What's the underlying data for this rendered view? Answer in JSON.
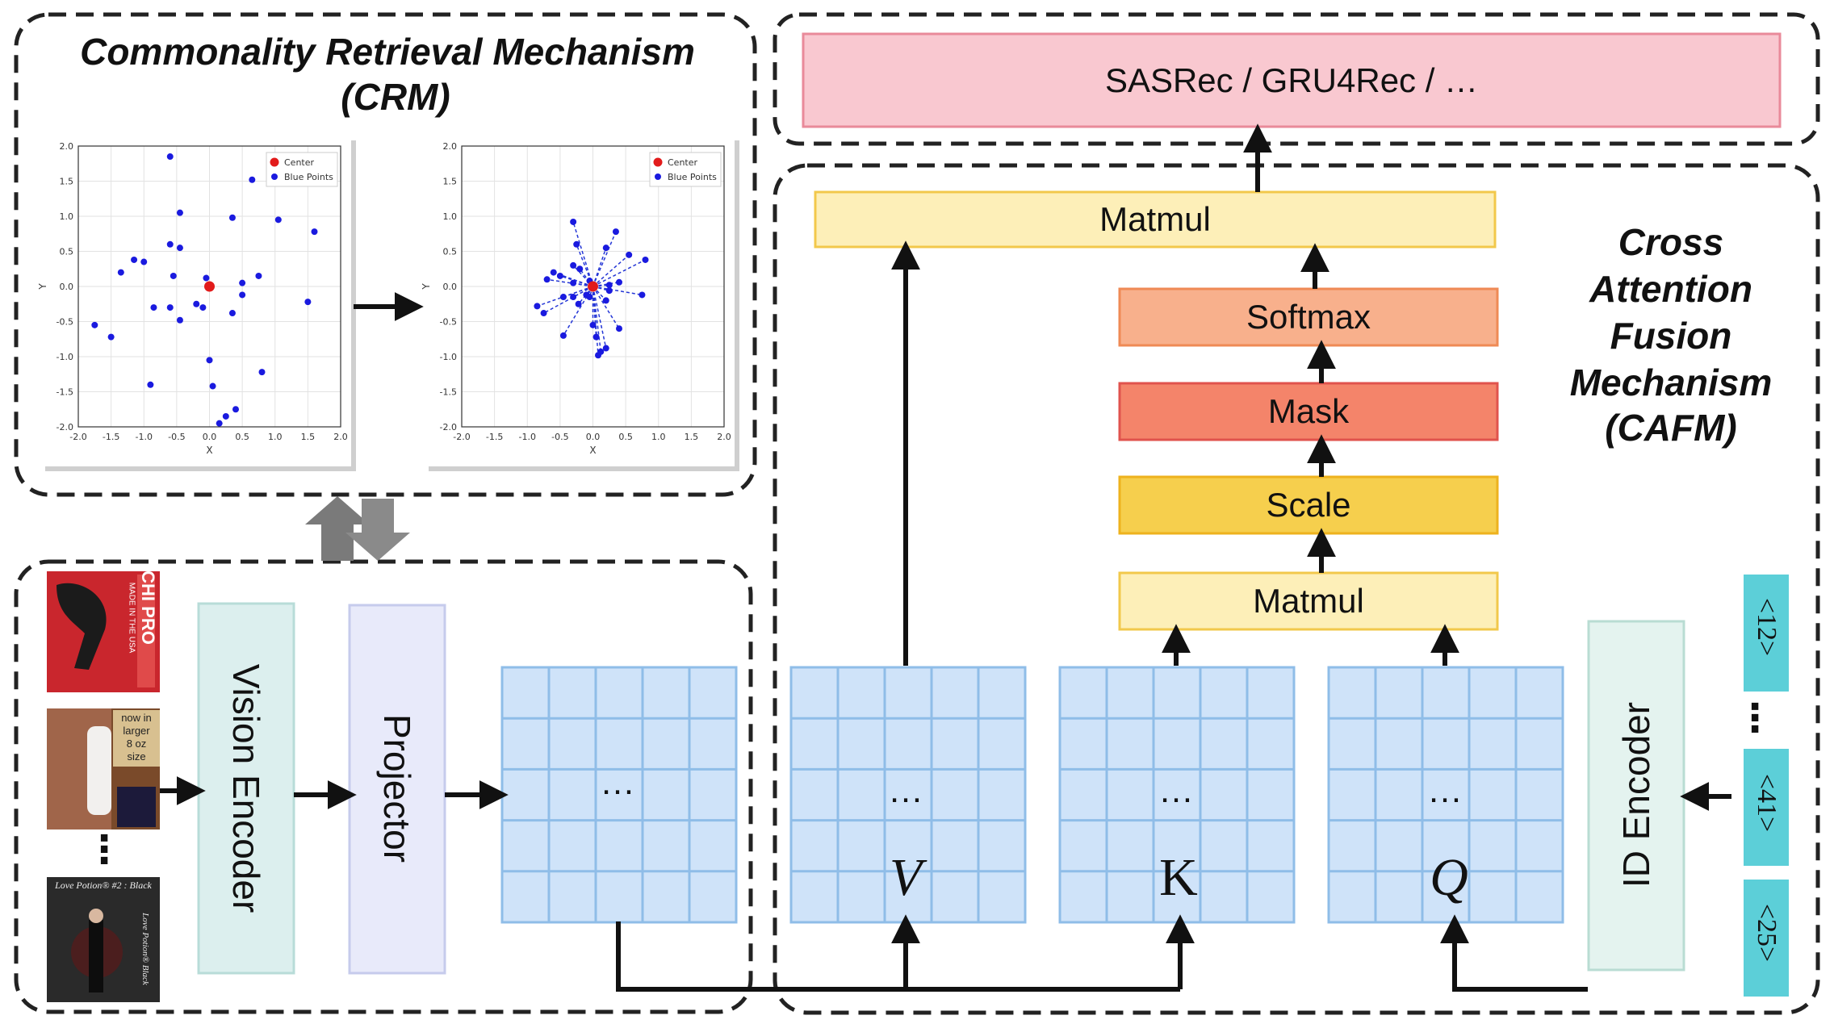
{
  "crm": {
    "title_line1": "Commonality Retrieval Mechanism",
    "title_line2": "(CRM)",
    "plot_legend": [
      "Center",
      "Blue Points"
    ],
    "plot_ticks": [
      "-2.0",
      "-1.5",
      "-1.0",
      "-0.5",
      "0.0",
      "0.5",
      "1.0",
      "1.5",
      "2.0"
    ],
    "xlabel": "X",
    "ylabel": "Y"
  },
  "cafm": {
    "title_line1": "Cross",
    "title_line2": "Attention",
    "title_line3": "Fusion",
    "title_line4": "Mechanism",
    "title_line5": "(CAFM)"
  },
  "output_box": "SASRec / GRU4Rec / …",
  "blocks": {
    "matmul_top": "Matmul",
    "softmax": "Softmax",
    "mask": "Mask",
    "scale": "Scale",
    "matmul_bottom": "Matmul"
  },
  "encoders": {
    "vision": "Vision Encoder",
    "projector": "Projector",
    "id": "ID Encoder"
  },
  "matrices": {
    "vision_ellipsis": "…",
    "v_label": "V",
    "k_label": "K",
    "q_label": "Q",
    "ellipsis": "…"
  },
  "id_tokens": [
    "<12>",
    "<41>",
    "<25>"
  ],
  "id_dots": "⋮",
  "image_dots": "⋮",
  "product_text": {
    "p1_line1": "CHI PRO",
    "p1_line2": "MADE IN THE USA",
    "p2_line1": "now in",
    "p2_line2": "larger",
    "p2_line3": "8 oz",
    "p2_line4": "size",
    "p3_line1": "Love Potion® #2 : Black",
    "p3_line2": "Love Potion® Black"
  },
  "colors": {
    "output": "#f9c8d0",
    "matmul": "#fdefb8",
    "softmax": "#f8b08c",
    "mask": "#f4846a",
    "scale": "#f6cf4d",
    "vision": "#dcefee",
    "projector": "#e8eafa",
    "matrix": "#cfe3f9",
    "matrix_line": "#8fbde8",
    "id_encoder": "#e4f3ef",
    "token": "#5ccfd8"
  },
  "chart_data": [
    {
      "type": "scatter",
      "xlabel": "X",
      "ylabel": "Y",
      "xlim": [
        -2.0,
        2.0
      ],
      "ylim": [
        -2.0,
        2.0
      ],
      "grid": true,
      "legend": "top-right",
      "series": [
        {
          "name": "Center",
          "points": [
            [
              0.0,
              0.0
            ]
          ]
        },
        {
          "name": "Blue Points",
          "points": [
            [
              -0.6,
              1.85
            ],
            [
              0.65,
              1.52
            ],
            [
              -0.45,
              1.05
            ],
            [
              0.35,
              0.98
            ],
            [
              1.05,
              0.95
            ],
            [
              1.6,
              0.78
            ],
            [
              -0.6,
              0.6
            ],
            [
              -0.45,
              0.55
            ],
            [
              -1.15,
              0.38
            ],
            [
              -1.0,
              0.35
            ],
            [
              -1.35,
              0.2
            ],
            [
              -0.55,
              0.15
            ],
            [
              -0.05,
              0.12
            ],
            [
              0.75,
              0.15
            ],
            [
              0.5,
              0.05
            ],
            [
              -0.85,
              -0.3
            ],
            [
              -0.2,
              -0.25
            ],
            [
              -0.6,
              -0.3
            ],
            [
              -0.1,
              -0.3
            ],
            [
              0.5,
              -0.12
            ],
            [
              1.5,
              -0.22
            ],
            [
              0.35,
              -0.38
            ],
            [
              -0.45,
              -0.48
            ],
            [
              -1.75,
              -0.55
            ],
            [
              -1.5,
              -0.72
            ],
            [
              0.0,
              -1.05
            ],
            [
              0.8,
              -1.22
            ],
            [
              -0.9,
              -1.4
            ],
            [
              0.05,
              -1.42
            ],
            [
              0.4,
              -1.75
            ],
            [
              0.25,
              -1.85
            ],
            [
              0.15,
              -1.95
            ]
          ]
        }
      ]
    },
    {
      "type": "scatter",
      "xlabel": "X",
      "ylabel": "Y",
      "xlim": [
        -2.0,
        2.0
      ],
      "ylim": [
        -2.0,
        2.0
      ],
      "grid": true,
      "legend": "top-right",
      "series": [
        {
          "name": "Center",
          "points": [
            [
              0.0,
              0.0
            ]
          ]
        },
        {
          "name": "Blue Points",
          "points": [
            [
              -0.3,
              0.92
            ],
            [
              0.35,
              0.78
            ],
            [
              -0.25,
              0.6
            ],
            [
              0.2,
              0.55
            ],
            [
              0.55,
              0.45
            ],
            [
              0.8,
              0.38
            ],
            [
              -0.3,
              0.3
            ],
            [
              -0.2,
              0.25
            ],
            [
              -0.6,
              0.2
            ],
            [
              -0.5,
              0.15
            ],
            [
              -0.7,
              0.1
            ],
            [
              -0.3,
              0.05
            ],
            [
              -0.05,
              0.08
            ],
            [
              0.4,
              0.06
            ],
            [
              0.25,
              0.02
            ],
            [
              -0.45,
              -0.15
            ],
            [
              -0.1,
              -0.12
            ],
            [
              -0.3,
              -0.15
            ],
            [
              -0.05,
              -0.15
            ],
            [
              0.25,
              -0.06
            ],
            [
              0.75,
              -0.12
            ],
            [
              0.2,
              -0.2
            ],
            [
              -0.22,
              -0.25
            ],
            [
              -0.85,
              -0.28
            ],
            [
              -0.75,
              -0.38
            ],
            [
              0.0,
              -0.55
            ],
            [
              0.4,
              -0.6
            ],
            [
              -0.45,
              -0.7
            ],
            [
              0.05,
              -0.72
            ],
            [
              0.2,
              -0.88
            ],
            [
              0.12,
              -0.93
            ],
            [
              0.08,
              -0.98
            ]
          ]
        }
      ]
    }
  ]
}
